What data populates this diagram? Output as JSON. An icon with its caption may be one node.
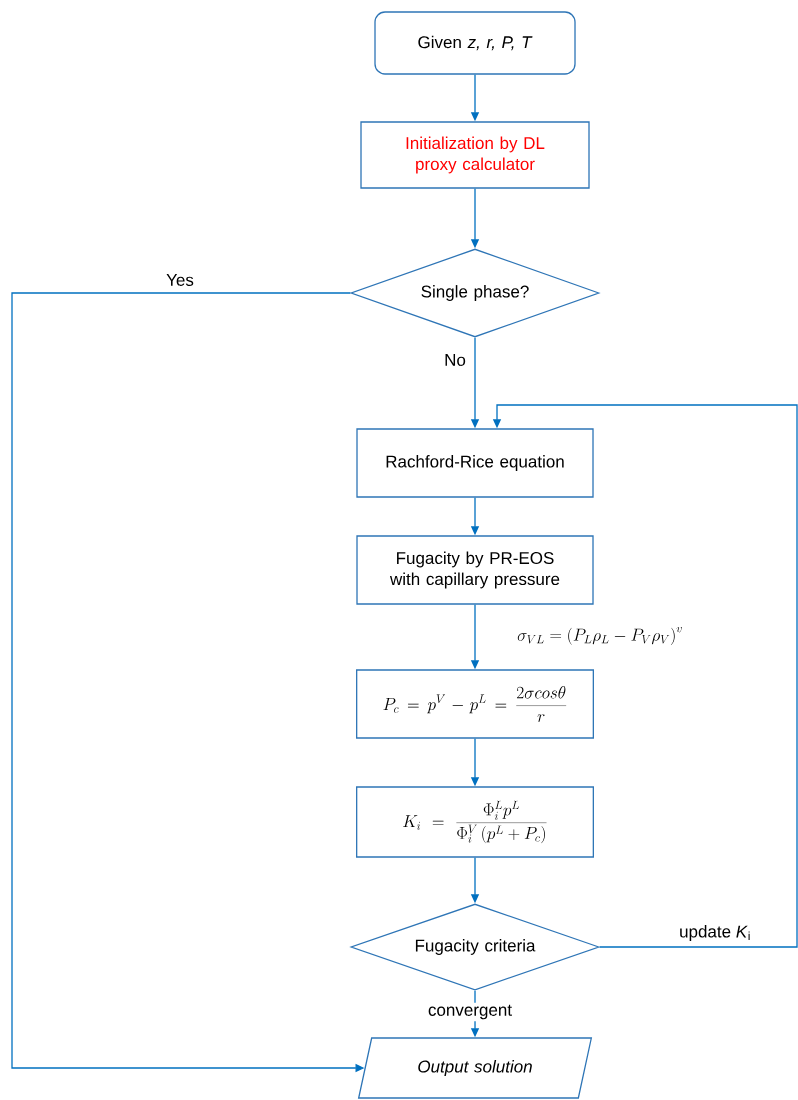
{
  "diagram": {
    "nodes": [
      {
        "text": [
          "Given *z, r, P, T*"
        ]
      },
      {
        "text": [
          "Initialization by DL proxy calculator"
        ]
      },
      {
        "text": [
          "Single phase?"
        ]
      },
      {
        "text": [
          "Rachford-Rice equation"
        ]
      },
      {
        "text": [
          "Fugacity by PR-EOS with capillary pressure"
        ]
      },
      {
        "text": [
          "P_c = p^V - p^L = \\frac{2\\sigma cos\\theta}{r}"
        ]
      },
      {
        "text": [
          "K_i = \\frac{\\Phi_i^L p^L}{\\Phi_i^V \\left(p^L + P_c\\right)}"
        ]
      },
      {
        "text": [
          "Fugacity criteria"
        ]
      },
      {
        "text": [
          "Output solution"
        ]
      }
    ],
    "edges": [
      {
        "from": 0,
        "to": 1,
        "arrow": "to"
      },
      {
        "from": 1,
        "to": 2,
        "arrow": "to"
      },
      {
        "from": 2,
        "to": 3,
        "arrow": "to",
        "label": "No"
      },
      {
        "from": 3,
        "to": 4,
        "arrow": "to"
      },
      {
        "from": 4,
        "to": 5,
        "arrow": "to",
        "label": "\\sigma_{VL} = \\left(P_L\\rho_L - P_V\\rho_V\\right)^{v}"
      },
      {
        "from": 5,
        "to": 6,
        "arrow": "to"
      },
      {
        "from": 6,
        "to": 7,
        "arrow": "to"
      },
      {
        "from": 7,
        "to": 8,
        "arrow": "to",
        "label": "convergent"
      },
      {
        "from": 2,
        "to": 8,
        "arrow": "to",
        "label": "Yes"
      },
      {
        "from": 7,
        "to": 3,
        "arrow": "to",
        "label": "update *K*$_{i}$"
      }
    ]
  }
}
